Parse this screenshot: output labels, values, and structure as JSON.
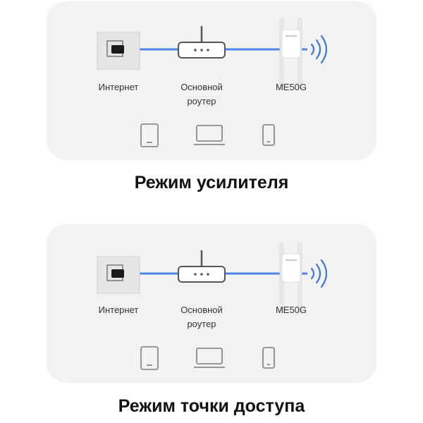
{
  "colors": {
    "cable": "#4a86e8",
    "wifi": "#3b78d8",
    "panel": "#f2f2f2",
    "device_outline": "#8a8a8a"
  },
  "icons": [
    "wall-socket-icon",
    "router-icon",
    "extender-icon",
    "wifi-waves-icon",
    "tablet-icon",
    "laptop-icon",
    "phone-icon"
  ],
  "diagrams": [
    {
      "mode_title": "Режим усилителя",
      "labels": {
        "internet": "Интернет",
        "router_line1": "Основной",
        "router_line2": "роутер",
        "extender": "ME50G"
      }
    },
    {
      "mode_title": "Режим точки доступа",
      "labels": {
        "internet": "Интернет",
        "router_line1": "Основной",
        "router_line2": "роутер",
        "extender": "ME50G"
      }
    }
  ]
}
